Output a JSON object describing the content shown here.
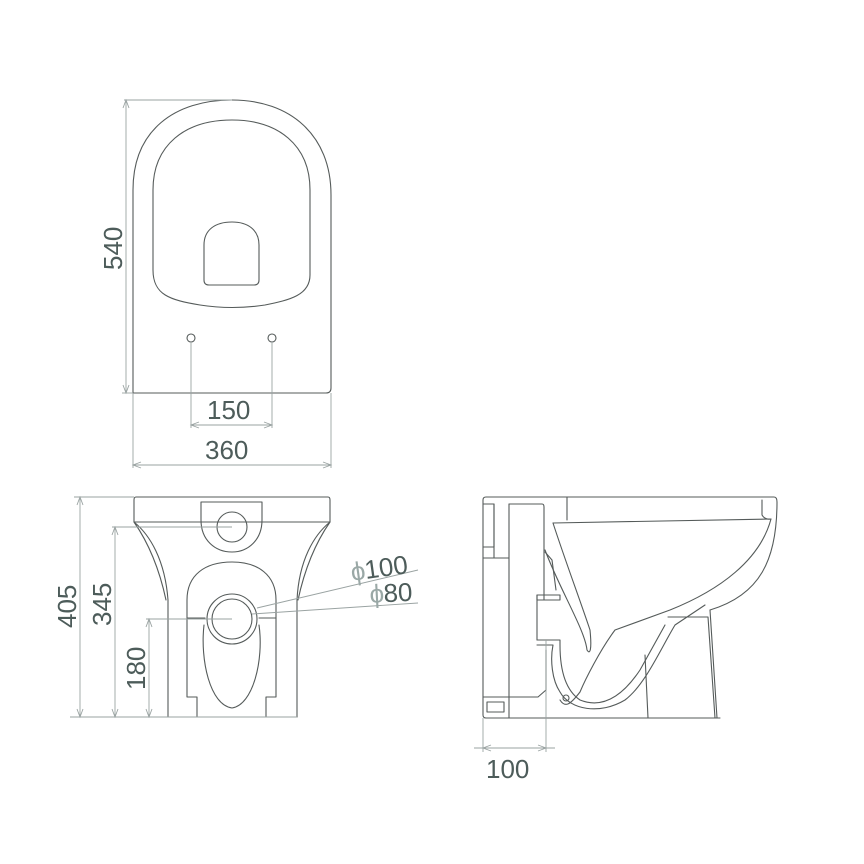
{
  "drawing": {
    "title": "Toilet technical drawing (top, front, side views)",
    "units": "mm",
    "line_color": "#555b5a",
    "dimension_color": "#9aa3a2",
    "text_color": "#4d5c5a"
  },
  "top_view": {
    "length_label": "540",
    "fixing_hole_spacing_label": "150",
    "width_label": "360"
  },
  "front_view": {
    "total_height_label": "405",
    "inlet_height_label": "345",
    "outlet_height_label": "180",
    "outlet_outer_diameter": {
      "symbol": "ϕ",
      "value": "100"
    },
    "outlet_inner_diameter": {
      "symbol": "ϕ",
      "value": "80"
    }
  },
  "side_view": {
    "outlet_offset_label": "100"
  }
}
